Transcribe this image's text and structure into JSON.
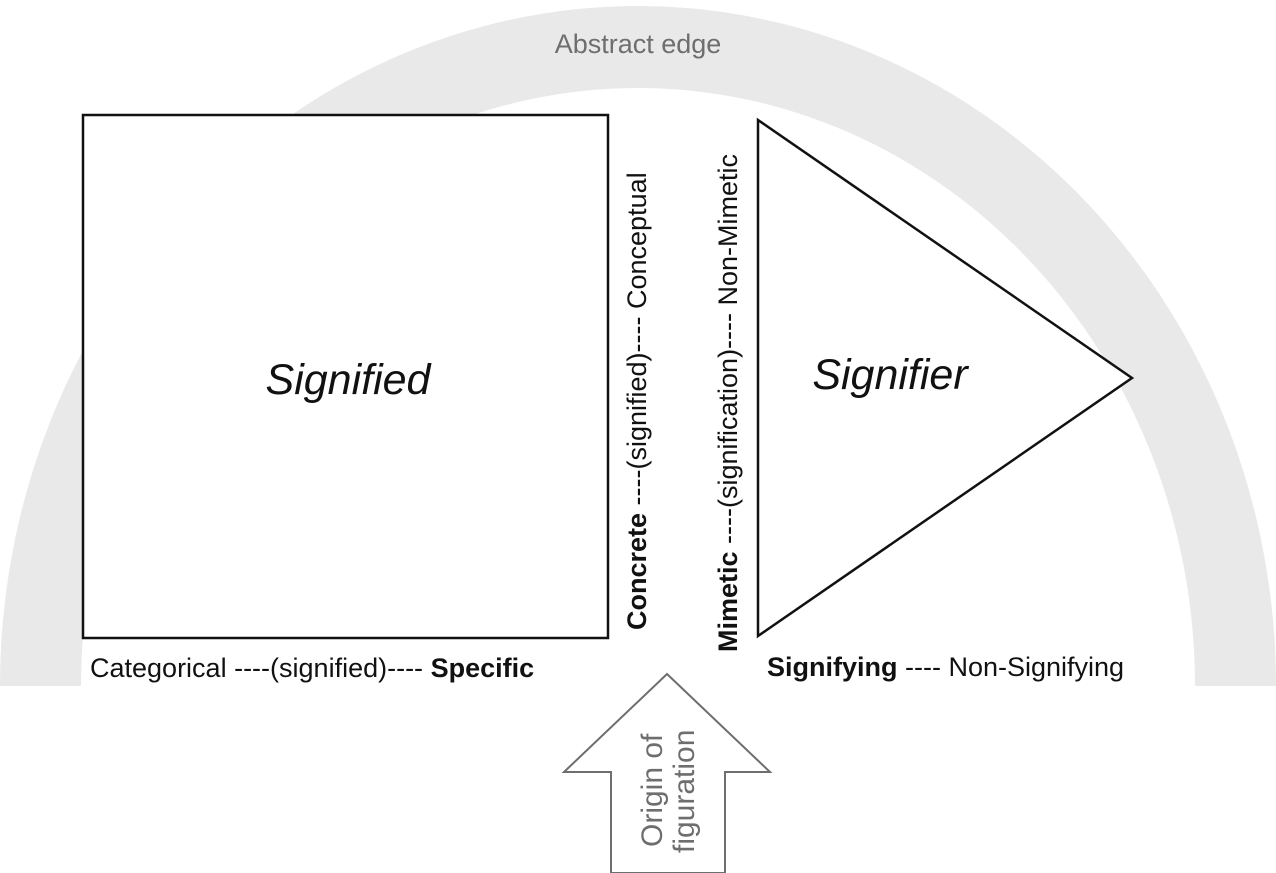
{
  "abstract_edge": {
    "label": "Abstract edge"
  },
  "signified_box": {
    "label": "Signified"
  },
  "signifier_triangle": {
    "label": "Signifier"
  },
  "axis_categorical_specific": {
    "left_term": "Categorical",
    "connector": " ----(signified)---- ",
    "right_term": "Specific"
  },
  "axis_concrete_conceptual": {
    "bold_term": "Concrete",
    "connector": " ----(signified)---- ",
    "other_term": "Conceptual"
  },
  "axis_mimetic_nonmimetic": {
    "bold_term": "Mimetic",
    "connector": " ----(signification)---- ",
    "other_term": "Non-Mimetic"
  },
  "axis_signifying_nonsignifying": {
    "bold_term": "Signifying",
    "connector": " ---- ",
    "other_term": "Non-Signifying"
  },
  "origin_arrow": {
    "line1": "Origin of",
    "line2": "figuration"
  },
  "colors": {
    "edge_band": "#e9e9e9",
    "edge_text": "#6e6e6e",
    "shape_stroke": "#111111",
    "arrow_stroke": "#6e6e6e"
  }
}
